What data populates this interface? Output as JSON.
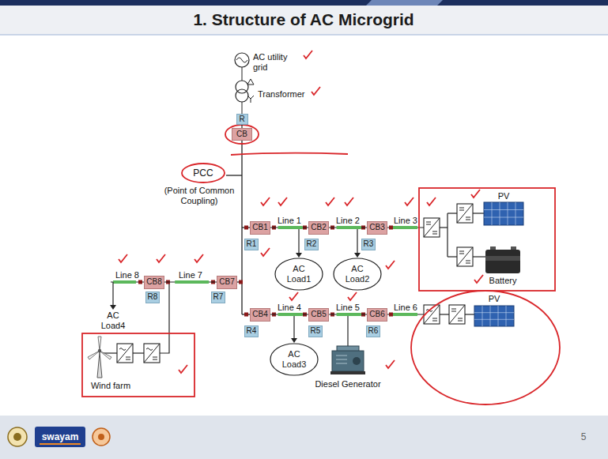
{
  "diagram": {
    "title": "1. Structure of AC Microgrid",
    "nodes": [
      {
        "text": [
          "R"
        ]
      },
      {
        "text": [
          "CB"
        ]
      },
      {
        "text": [
          "CB1"
        ]
      },
      {
        "text": [
          "CB2"
        ]
      },
      {
        "text": [
          "CB3"
        ]
      },
      {
        "text": [
          "R1"
        ]
      },
      {
        "text": [
          "R2"
        ]
      },
      {
        "text": [
          "R3"
        ]
      },
      {
        "text": [
          "AC Load1"
        ]
      },
      {
        "text": [
          "AC Load2"
        ]
      },
      {
        "text": [
          "CB8"
        ]
      },
      {
        "text": [
          "CB7"
        ]
      },
      {
        "text": [
          "R8"
        ]
      },
      {
        "text": [
          "R7"
        ]
      },
      {
        "text": [
          "CB4"
        ]
      },
      {
        "text": [
          "CB5"
        ]
      },
      {
        "text": [
          "CB6"
        ]
      },
      {
        "text": [
          "R4"
        ]
      },
      {
        "text": [
          "R5"
        ]
      },
      {
        "text": [
          "R6"
        ]
      },
      {
        "text": [
          "AC Load3"
        ]
      }
    ],
    "edges": [
      {
        "from": 0,
        "to": 1,
        "arrow": "none"
      },
      {
        "from": 2,
        "to": 3,
        "label": "Line 1",
        "arrow": "none"
      },
      {
        "from": 3,
        "to": 4,
        "label": "Line 2",
        "arrow": "none"
      },
      {
        "from": 10,
        "to": 11,
        "label": "Line 7",
        "arrow": "none"
      },
      {
        "from": 14,
        "to": 15,
        "label": "Line 4",
        "arrow": "none"
      },
      {
        "from": 15,
        "to": 16,
        "label": "Line 5",
        "arrow": "none"
      }
    ],
    "labels": [
      "AC utility grid",
      "Transformer",
      "PCC",
      "(Point of Common Coupling)",
      "Line 3",
      "PV",
      "Battery",
      "Line 8",
      "AC Load4",
      "Wind farm",
      "Line 6",
      "Diesel Generator",
      "PV",
      "swayam",
      "5"
    ]
  }
}
